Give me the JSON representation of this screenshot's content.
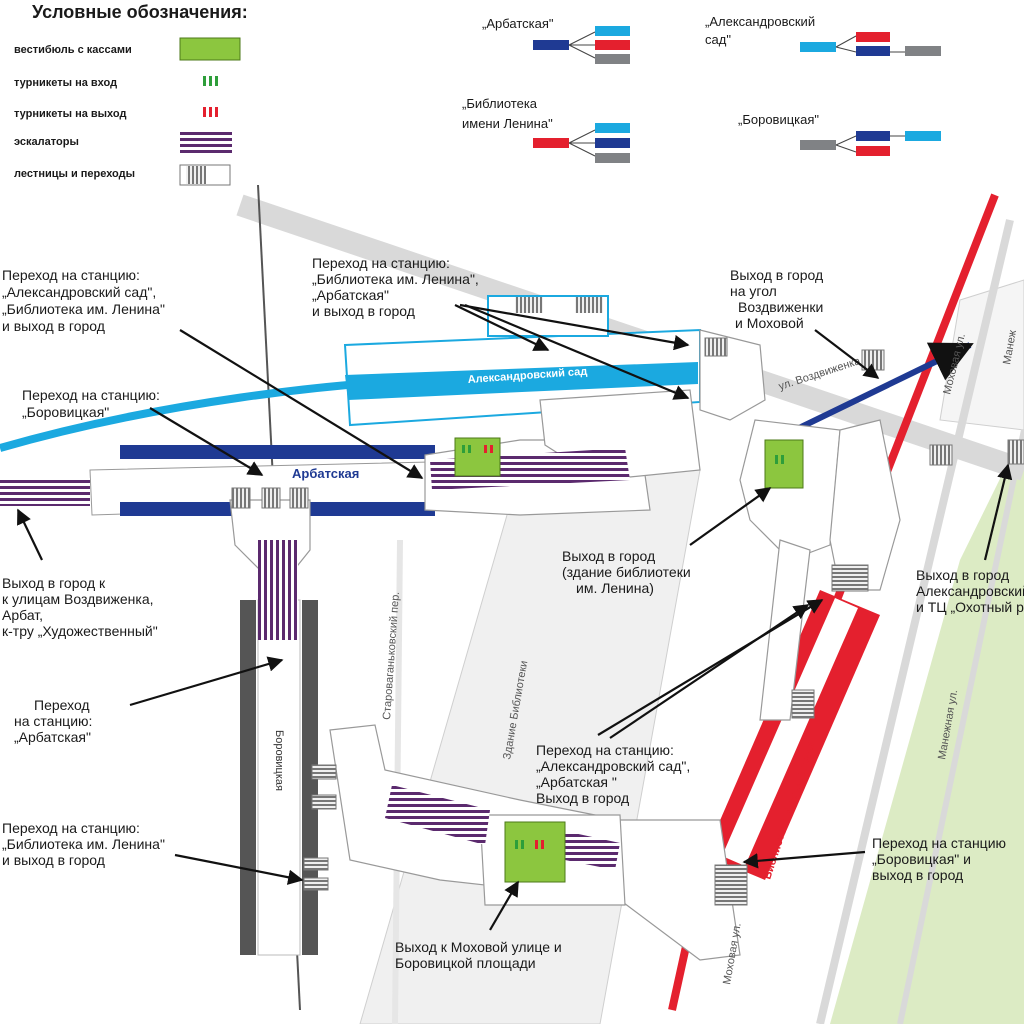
{
  "legend": {
    "title": "Условные обозначения:",
    "items": [
      {
        "label": "вестибюль с кассами",
        "icon": "vestibule-icon"
      },
      {
        "label": "турникеты на вход",
        "icon": "entry-turnstile-icon"
      },
      {
        "label": "турникеты на выход",
        "icon": "exit-turnstile-icon"
      },
      {
        "label": "эскалаторы",
        "icon": "escalator-icon"
      },
      {
        "label": "лестницы и переходы",
        "icon": "stairs-icon"
      }
    ]
  },
  "car_guide": [
    {
      "line1": "„Арбатская\"",
      "line2": ""
    },
    {
      "line1": "„Александровский",
      "line2": "сад\""
    },
    {
      "line1": "„Библиотека",
      "line2": "имени Ленина\""
    },
    {
      "line1": "„Боровицкая\"",
      "line2": ""
    }
  ],
  "stations": {
    "arbatskaya": "Арбатская",
    "aleksandrovsky": "Александровский сад",
    "biblioteka": "Библиотека имени Ленина",
    "borovitskaya": "Боровицкая"
  },
  "streets": {
    "starovagankovsky": "Староваганьковский пер.",
    "vozdvizhenka": "ул. Воздвиженка",
    "mokhovaya_top": "Моховая ул.",
    "mokhovaya_bottom": "Моховая ул.",
    "manezhnaya": "Манежная ул.",
    "manezh": "Манеж",
    "library_building": "Здание Библиотеки"
  },
  "annotations": [
    {
      "id": "a1",
      "lines": [
        "Переход на станцию:",
        "„Александровский сад\",",
        "„Библиотека им. Ленина\"",
        "и выход в город"
      ]
    },
    {
      "id": "a2",
      "lines": [
        "Переход на станцию:",
        "„Библиотека им. Ленина\",",
        "„Арбатская\"",
        "и выход в город"
      ]
    },
    {
      "id": "a3",
      "lines": [
        "Выход в город",
        "на угол",
        "Воздвиженки",
        "и Моховой"
      ]
    },
    {
      "id": "a4",
      "lines": [
        "Переход на станцию:",
        "„Боровицкая\""
      ]
    },
    {
      "id": "a5",
      "lines": [
        "Выход в город к",
        "к улицам Воздвиженка,",
        "Арбат,",
        "к-тру „Художественный\""
      ]
    },
    {
      "id": "a6",
      "lines": [
        "Выход в город",
        "(здание библиотеки",
        "им. Ленина)"
      ]
    },
    {
      "id": "a7",
      "lines": [
        "Выход в город",
        "Александровский сад",
        "и ТЦ „Охотный ряд\""
      ]
    },
    {
      "id": "a8",
      "lines": [
        "Переход",
        "на станцию:",
        "„Арбатская\""
      ]
    },
    {
      "id": "a9",
      "lines": [
        "Переход на станцию:",
        "„Александровский сад\",",
        "„Арбатская \"",
        "Выход в город"
      ]
    },
    {
      "id": "a10",
      "lines": [
        "Переход на станцию:",
        "„Библиотека им. Ленина\"",
        "и выход в город"
      ]
    },
    {
      "id": "a11",
      "lines": [
        "Переход на станцию",
        "„Боровицкая\" и",
        "выход в город"
      ]
    },
    {
      "id": "a12",
      "lines": [
        "Выход к Моховой улице и",
        "Боровицкой площади"
      ]
    }
  ],
  "colors": {
    "arbatskaya": "#1f3a93",
    "aleksandrovsky": "#1ba9e0",
    "biblioteka": "#e4202e",
    "borovitskaya": "#808285",
    "vestibule": "#8cc63f",
    "park": "#dcebc4",
    "road": "#d9d9d9"
  }
}
